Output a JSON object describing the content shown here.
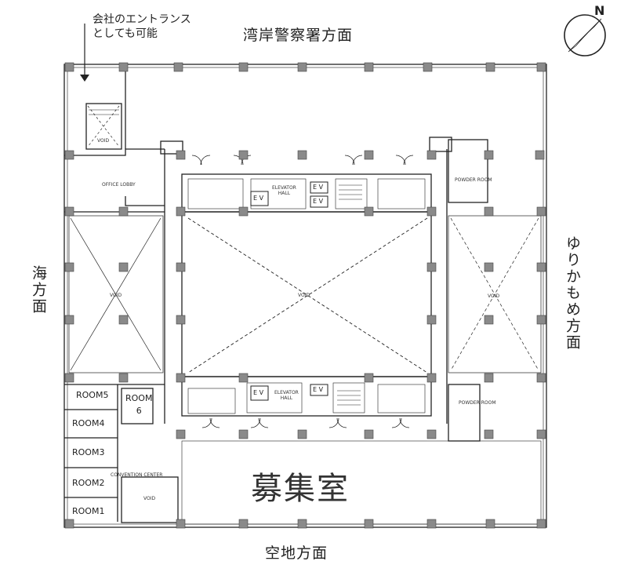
{
  "directions": {
    "top": "湾岸警察署方面",
    "bottom": "空地方面",
    "left": "海方面",
    "right": "ゆりかもめ方面"
  },
  "entrance_note": "会社のエントランス\nとしても可能",
  "north_label": "N",
  "vacancy_label": "募集室",
  "rooms": [
    "ROOM5",
    "ROOM4",
    "ROOM3",
    "ROOM2",
    "ROOM1"
  ],
  "room6": "ROOM\n6",
  "areas": {
    "office_lobby": "OFFICE LOBBY",
    "elevator_hall_top": "ELEVATOR\nHALL",
    "elevator_hall_bottom": "ELEVATOR\nHALL",
    "powder_room_top": "POWDER ROOM",
    "powder_room_bottom": "POWDER ROOM",
    "convention_center": "CONVENTION CENTER",
    "void": "VOID"
  },
  "ev_label": "E V"
}
